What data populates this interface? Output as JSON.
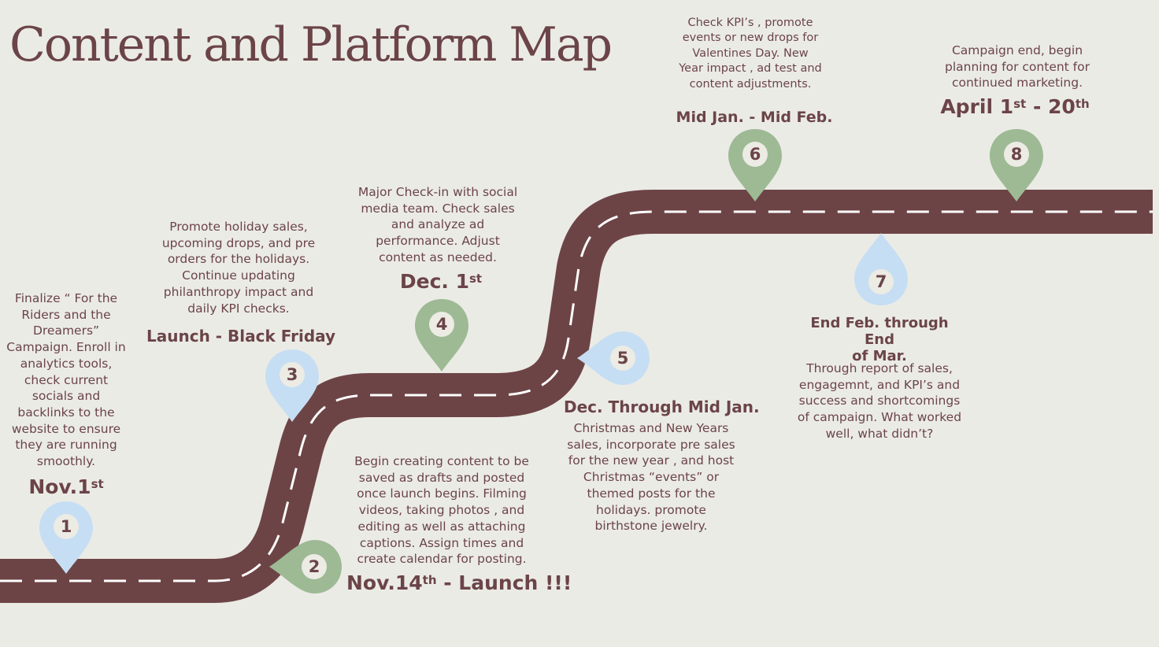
{
  "title": "Content and Platform Map",
  "colors": {
    "road": "#6d4446",
    "text": "#6b4448",
    "marker_green": "#9dba94",
    "marker_blue": "#c6def3",
    "background": "#ebebe6"
  },
  "milestones": [
    {
      "number": "1",
      "date_main": "Nov.1",
      "date_sup": "st",
      "date_rest": "",
      "description": "Finalize “ For the\nRiders and the\nDreamers”\nCampaign. Enroll in\nanalytics tools,\ncheck current\nsocials and\nbacklinks to the\nwebsite to ensure\nthey are running\nsmoothly.",
      "marker_color": "blue"
    },
    {
      "number": "2",
      "date_main": "Nov.14",
      "date_sup": "th",
      "date_rest": " - Launch !!!",
      "description": "Begin creating content to be\nsaved as drafts and posted\nonce launch begins. Filming\nvideos, taking photos , and\nediting as well as attaching\ncaptions. Assign times and\ncreate calendar for posting.",
      "marker_color": "green"
    },
    {
      "number": "3",
      "date_main": "Launch - Black Friday",
      "date_sup": "",
      "date_rest": "",
      "description": "Promote holiday sales,\nupcoming drops, and pre\norders for the holidays.\nContinue updating\nphilanthropy impact and\ndaily KPI checks.",
      "marker_color": "blue"
    },
    {
      "number": "4",
      "date_main": "Dec. 1",
      "date_sup": "st",
      "date_rest": "",
      "description": "Major Check-in with social\nmedia team. Check sales\nand analyze ad\nperformance. Adjust\ncontent as needed.",
      "marker_color": "green"
    },
    {
      "number": "5",
      "date_main": "Dec. Through Mid Jan.",
      "date_sup": "",
      "date_rest": "",
      "description": "Christmas and New Years\nsales, incorporate pre sales\nfor the new year , and host\nChristmas “events” or\nthemed posts for the\nholidays. promote\nbirthstone jewelry.",
      "marker_color": "blue"
    },
    {
      "number": "6",
      "date_main": "Mid Jan. - Mid Feb.",
      "date_sup": "",
      "date_rest": "",
      "description": "Check KPI’s , promote\nevents or new drops for\nValentines Day. New\nYear impact , ad test and\ncontent adjustments.",
      "marker_color": "green"
    },
    {
      "number": "7",
      "date_main": "End Feb. through End\nof Mar.",
      "date_sup": "",
      "date_rest": "",
      "description": "Through report of sales,\nengagemnt, and KPI’s and\nsuccess and shortcomings\nof campaign. What worked\nwell, what didn’t?",
      "marker_color": "blue"
    },
    {
      "number": "8",
      "date_main": "April 1",
      "date_sup": "st",
      "date_rest": " - 20",
      "date_sup2": "th",
      "description": "Campaign end, begin\nplanning for content for\ncontinued marketing.",
      "marker_color": "green"
    }
  ]
}
